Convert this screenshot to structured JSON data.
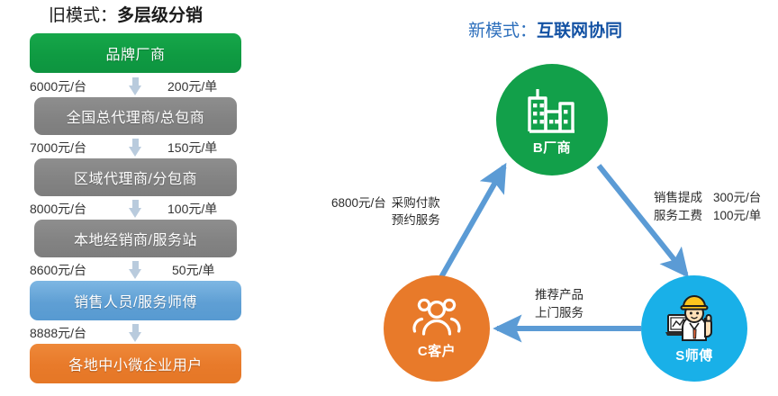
{
  "old_model": {
    "title_prefix": "旧模式：",
    "title_strong": "多层级分销",
    "boxes": [
      {
        "label": "品牌厂商",
        "color": "#0f9b42"
      },
      {
        "label": "全国总代理商/总包商",
        "color": "#838383"
      },
      {
        "label": "区域代理商/分包商",
        "color": "#838383"
      },
      {
        "label": "本地经销商/服务站",
        "color": "#838383"
      },
      {
        "label": "销售人员/服务师傅",
        "color": "#5f9fd4"
      },
      {
        "label": "各地中小微企业用户",
        "color": "#e87a2a"
      }
    ],
    "steps": [
      {
        "left": "6000元/台",
        "right": "200元/单"
      },
      {
        "left": "7000元/台",
        "right": "150元/单"
      },
      {
        "left": "8000元/台",
        "right": "100元/单"
      },
      {
        "left": "8600元/台",
        "right": "50元/单"
      },
      {
        "left": "8888元/台",
        "right": ""
      }
    ]
  },
  "new_model": {
    "title_prefix": "新模式：",
    "title_strong": "互联网协同",
    "nodes": [
      {
        "id": "b",
        "label": "B厂商",
        "color": "#12a04a",
        "icon": "factory-building-icon"
      },
      {
        "id": "c",
        "label": "C客户",
        "color": "#e87a2a",
        "icon": "people-group-icon"
      },
      {
        "id": "s",
        "label": "S师傅",
        "color": "#19b0e8",
        "icon": "technician-worker-icon"
      }
    ],
    "flows": {
      "c_to_b": {
        "line1_money": "6800元/台",
        "line1_text": "采购付款",
        "line2_text": "预约服务"
      },
      "b_to_s": {
        "row1_label": "销售提成",
        "row1_value": "300元/台",
        "row2_label": "服务工费",
        "row2_value": "100元/单"
      },
      "s_to_c": {
        "line1": "推荐产品",
        "line2": "上门服务"
      }
    },
    "arrow_color": "#5b9bd5"
  }
}
